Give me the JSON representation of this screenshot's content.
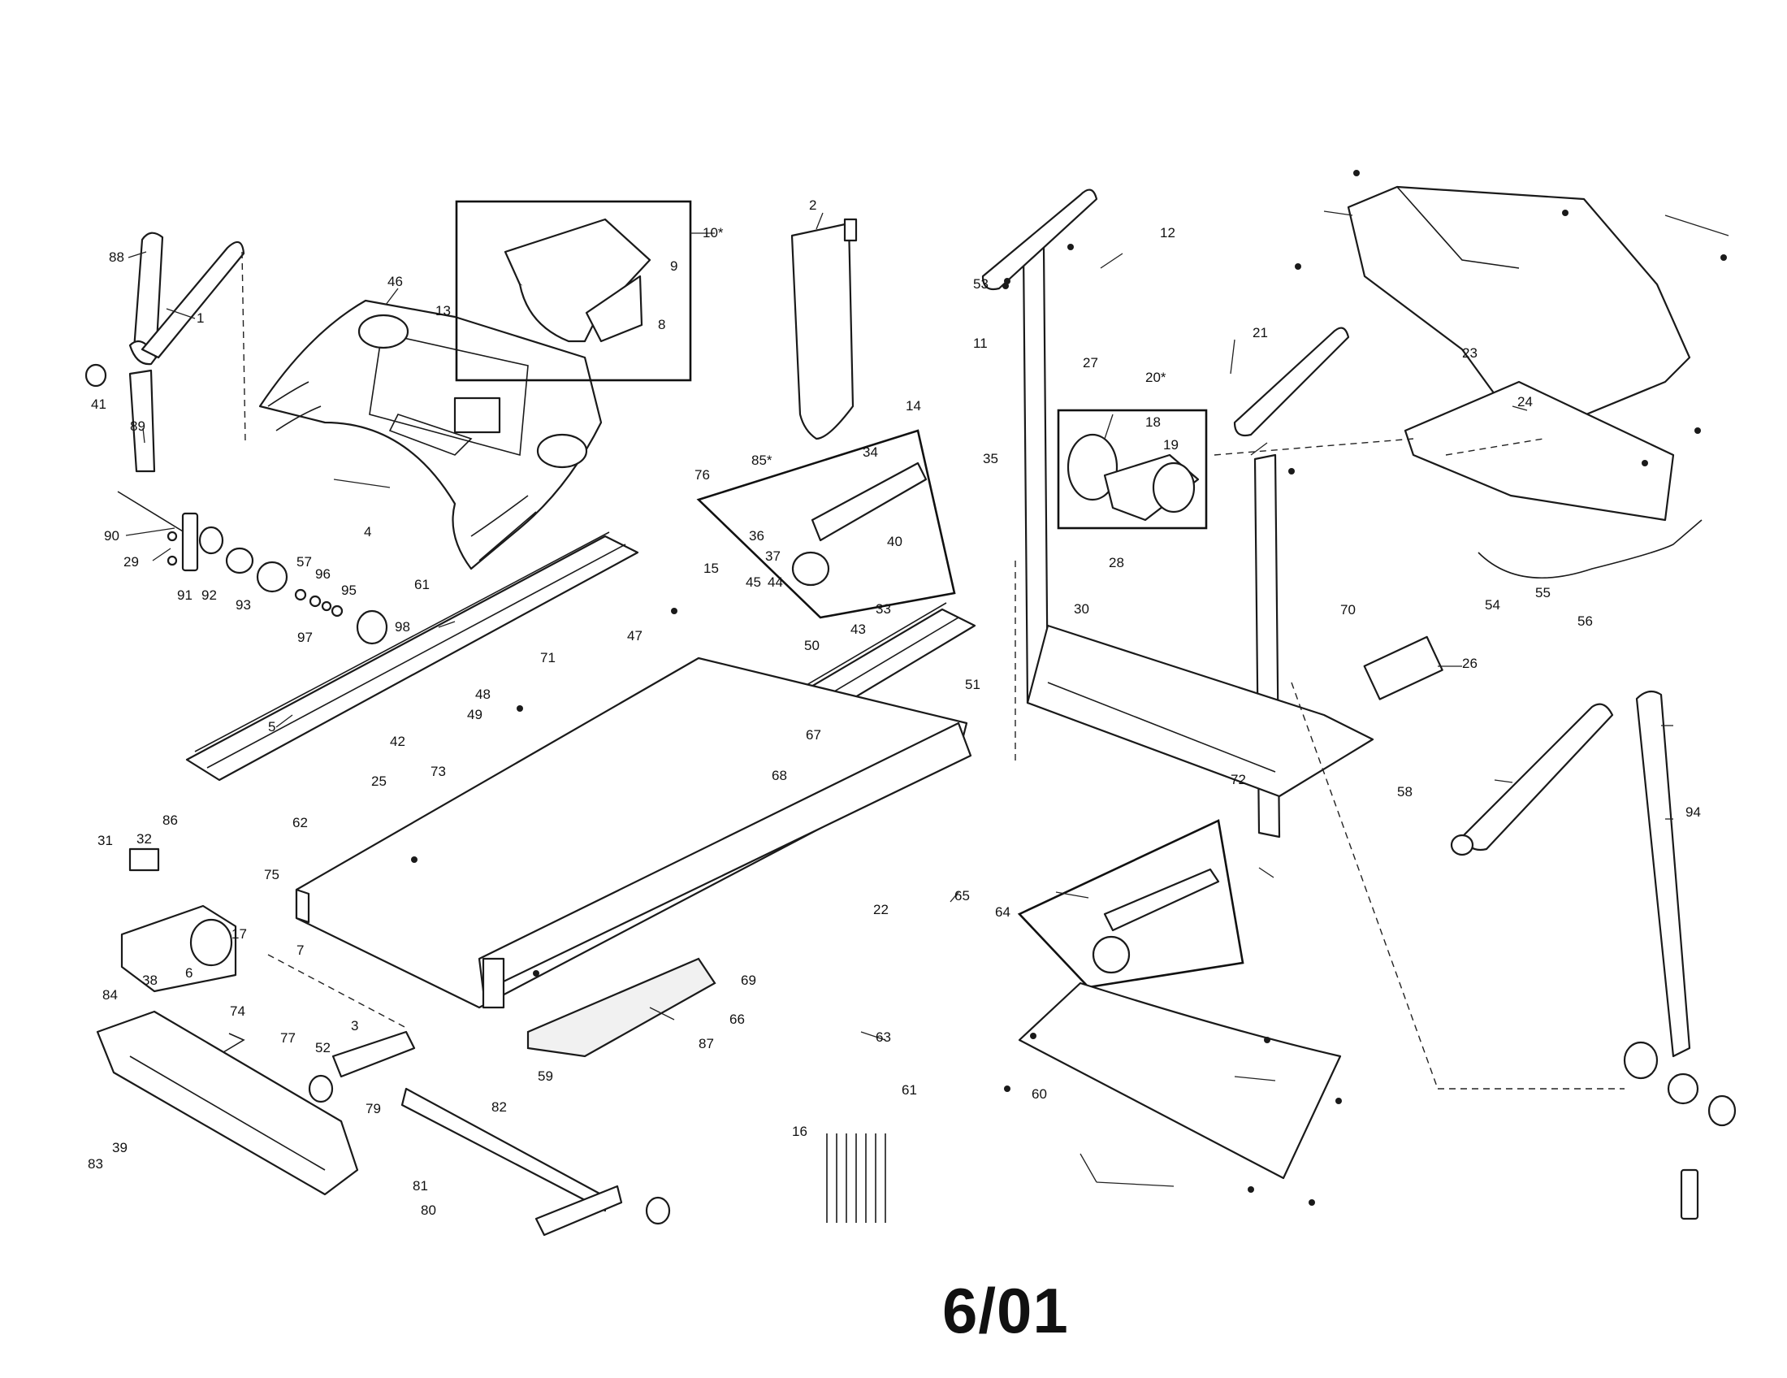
{
  "footer": {
    "code": "6/01"
  },
  "callouts": [
    "88",
    "1",
    "41",
    "89",
    "90",
    "29",
    "91",
    "92",
    "93",
    "57",
    "96",
    "95",
    "97",
    "98",
    "46",
    "13",
    "4",
    "61",
    "10*",
    "9",
    "8",
    "76",
    "5",
    "71",
    "48",
    "49",
    "42",
    "25",
    "73",
    "62",
    "75",
    "7",
    "31",
    "32",
    "86",
    "17",
    "38",
    "6",
    "84",
    "74",
    "77",
    "52",
    "3",
    "79",
    "82",
    "83",
    "39",
    "81",
    "80",
    "2",
    "85*",
    "34",
    "36",
    "37",
    "40",
    "14",
    "35",
    "15",
    "45",
    "44",
    "50",
    "47",
    "43",
    "33",
    "67",
    "68",
    "65",
    "22",
    "69",
    "66",
    "87",
    "59",
    "63",
    "61",
    "16",
    "11",
    "53",
    "27",
    "12",
    "20*",
    "18",
    "19",
    "28",
    "30",
    "51",
    "21",
    "23",
    "24",
    "54",
    "55",
    "56",
    "70",
    "26",
    "72",
    "58",
    "64",
    "60",
    "94"
  ]
}
